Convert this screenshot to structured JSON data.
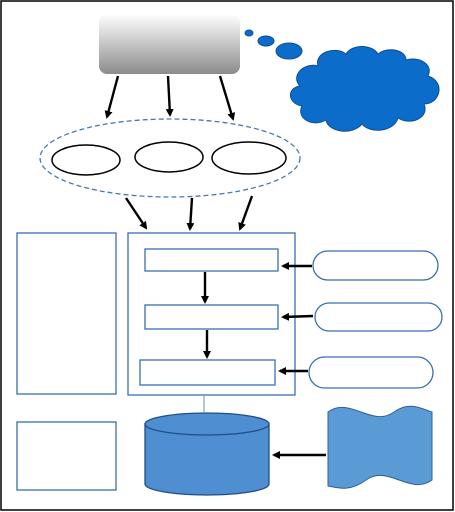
{
  "diagram": {
    "colors": {
      "frame": "#000000",
      "box_outline": "#3a6fb0",
      "cloud_fill": "#0b6cc9",
      "cloud_outline": "#0a4f9a",
      "cylinder_fill": "#4f8fd1",
      "cylinder_outline": "#1d4f86",
      "wave_fill": "#5b9bd5",
      "wave_outline": "#2f5f96",
      "arrow": "#000000",
      "dashed_ellipse": "#4a78b5",
      "gradient_top": "#ffffff",
      "gradient_bottom": "#8c8c8c"
    },
    "nodes": [
      {
        "id": "source-box",
        "shape": "gradient-rounded-rectangle",
        "label": ""
      },
      {
        "id": "thought-cloud",
        "shape": "cloud-callout",
        "label": ""
      },
      {
        "id": "group-ellipse",
        "shape": "dashed-ellipse",
        "label": ""
      },
      {
        "id": "group-item-1",
        "shape": "ellipse",
        "label": ""
      },
      {
        "id": "group-item-2",
        "shape": "ellipse",
        "label": ""
      },
      {
        "id": "group-item-3",
        "shape": "ellipse",
        "label": ""
      },
      {
        "id": "left-panel-tall",
        "shape": "rectangle",
        "label": ""
      },
      {
        "id": "process-container",
        "shape": "rectangle",
        "label": ""
      },
      {
        "id": "step-1",
        "shape": "rectangle",
        "label": ""
      },
      {
        "id": "step-2",
        "shape": "rectangle",
        "label": ""
      },
      {
        "id": "step-3",
        "shape": "rectangle",
        "label": ""
      },
      {
        "id": "input-1",
        "shape": "stadium",
        "label": ""
      },
      {
        "id": "input-2",
        "shape": "stadium",
        "label": ""
      },
      {
        "id": "input-3",
        "shape": "stadium",
        "label": ""
      },
      {
        "id": "left-panel-small",
        "shape": "rectangle",
        "label": ""
      },
      {
        "id": "database",
        "shape": "cylinder",
        "label": ""
      },
      {
        "id": "document-store",
        "shape": "wave-document",
        "label": ""
      }
    ],
    "edges": [
      {
        "from": "source-box",
        "to": "group-item-1"
      },
      {
        "from": "source-box",
        "to": "group-item-2"
      },
      {
        "from": "source-box",
        "to": "group-item-3"
      },
      {
        "from": "group-item-1",
        "to": "process-container"
      },
      {
        "from": "group-item-2",
        "to": "process-container"
      },
      {
        "from": "group-item-3",
        "to": "process-container"
      },
      {
        "from": "step-1",
        "to": "step-2"
      },
      {
        "from": "step-2",
        "to": "step-3"
      },
      {
        "from": "input-1",
        "to": "step-1"
      },
      {
        "from": "input-2",
        "to": "step-2"
      },
      {
        "from": "input-3",
        "to": "step-3"
      },
      {
        "from": "process-container",
        "to": "database"
      },
      {
        "from": "document-store",
        "to": "database"
      }
    ]
  }
}
